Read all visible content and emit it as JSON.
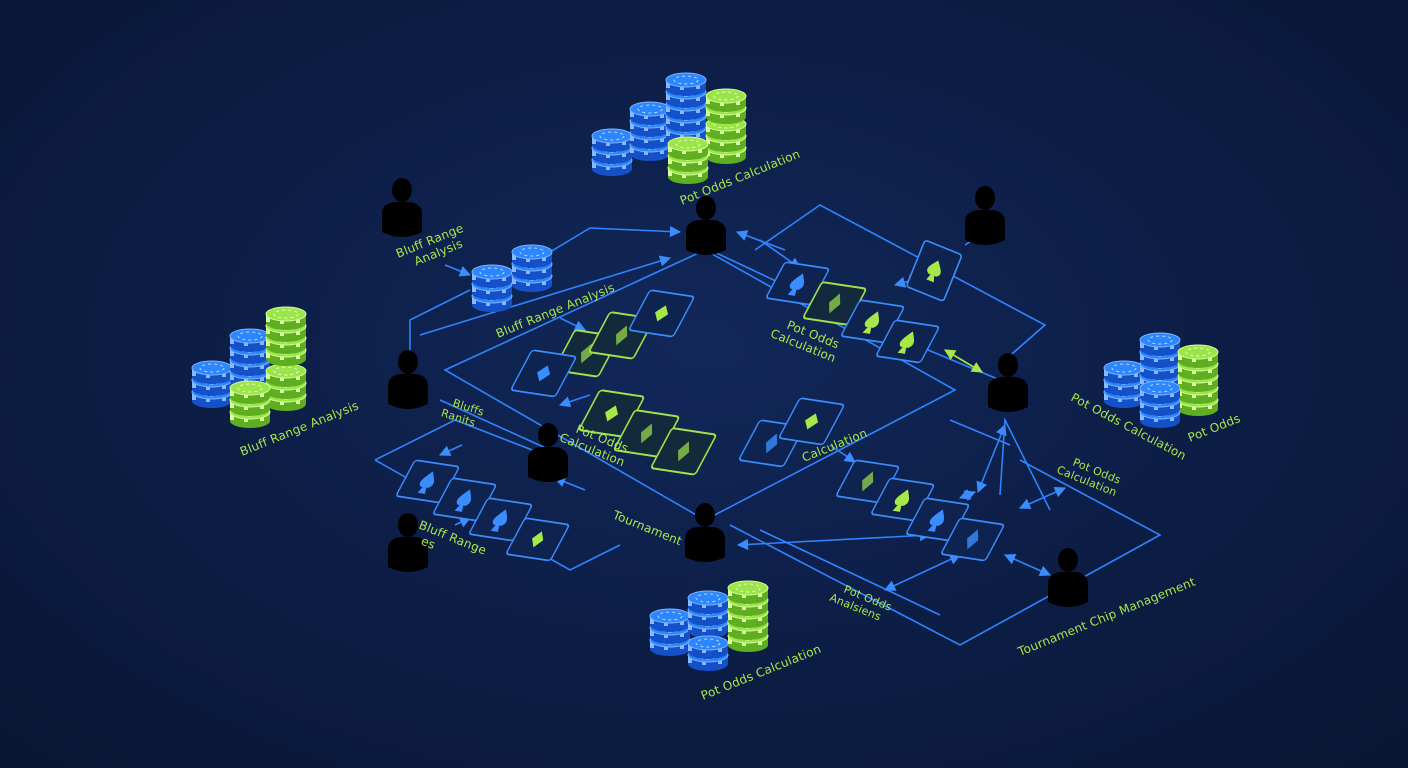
{
  "colors": {
    "background": "#0c1d44",
    "wire_blue": "#2f83ff",
    "chip_blue": "#1f7bff",
    "chip_green": "#8fdc3a",
    "label_green": "#a6e84a"
  },
  "labels": {
    "chips_top": "Pot Odds Calculation",
    "player_top_left": [
      "Bluff Range",
      "Analysis"
    ],
    "center_chips": "Bluff Range Analysis",
    "chips_left": "Bluff Range Analysis",
    "pot_odds_right_board": [
      "Pot Odds",
      "Calculation"
    ],
    "chips_right_a": "Pot Odds Calculation",
    "chips_right_b": "Pot Odds",
    "bluffs_left": [
      "Bluffs",
      "Ranits"
    ],
    "pot_odds_center": [
      "Pot Odds",
      "Calculation"
    ],
    "calculation": "Calculation",
    "pot_odds_right_mid": [
      "Pot Odds",
      "Calculation"
    ],
    "bluff_range_bottom": [
      "Bluff Range",
      "es"
    ],
    "tournament": "Tournament",
    "pot_odds_bottom": [
      "Pot Odds",
      "Analsiens"
    ],
    "chips_bottom": "Pot Odds Calculation",
    "tournament_chip": "Tournament Chip Management"
  },
  "icons": {
    "player": "person-icon",
    "spade": "spade-icon",
    "diamond": "diamond-icon",
    "face_card": "face-card-icon",
    "chip_stack": "poker-chip-stack-icon"
  }
}
